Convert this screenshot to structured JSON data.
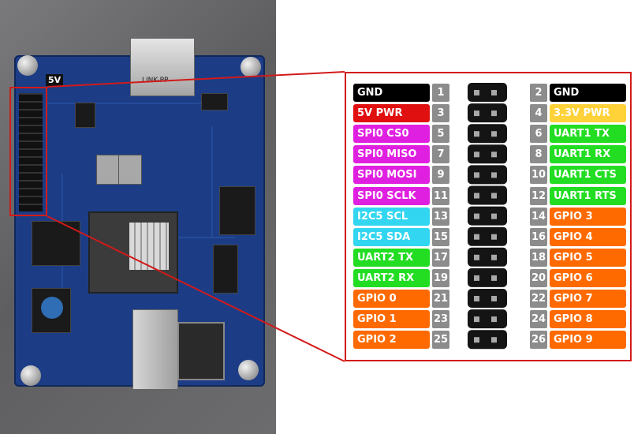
{
  "board": {
    "power_label": "5V",
    "ethernet_label": "LINK-PP"
  },
  "colors": {
    "black": "#000000",
    "red": "#e01010",
    "yellow": "#ffd23a",
    "magenta": "#e020e0",
    "green": "#22dd22",
    "cyan": "#33d6f0",
    "orange": "#ff6a00",
    "number_box": "#8c8c8c",
    "callout": "#d21a1a"
  },
  "pins": {
    "left": [
      {
        "number": "1",
        "label": "GND",
        "color": "black"
      },
      {
        "number": "3",
        "label": "5V PWR",
        "color": "red"
      },
      {
        "number": "5",
        "label": "SPI0 CS0",
        "color": "magenta"
      },
      {
        "number": "7",
        "label": "SPI0 MISO",
        "color": "magenta"
      },
      {
        "number": "9",
        "label": "SPI0 MOSI",
        "color": "magenta"
      },
      {
        "number": "11",
        "label": "SPI0 SCLK",
        "color": "magenta"
      },
      {
        "number": "13",
        "label": "I2C5 SCL",
        "color": "cyan"
      },
      {
        "number": "15",
        "label": "I2C5 SDA",
        "color": "cyan"
      },
      {
        "number": "17",
        "label": "UART2 TX",
        "color": "green"
      },
      {
        "number": "19",
        "label": "UART2 RX",
        "color": "green"
      },
      {
        "number": "21",
        "label": "GPIO 0",
        "color": "orange"
      },
      {
        "number": "23",
        "label": "GPIO 1",
        "color": "orange"
      },
      {
        "number": "25",
        "label": "GPIO 2",
        "color": "orange"
      }
    ],
    "right": [
      {
        "number": "2",
        "label": "GND",
        "color": "black"
      },
      {
        "number": "4",
        "label": "3.3V PWR",
        "color": "yellow"
      },
      {
        "number": "6",
        "label": "UART1 TX",
        "color": "green"
      },
      {
        "number": "8",
        "label": "UART1 RX",
        "color": "green"
      },
      {
        "number": "10",
        "label": "UART1 CTS",
        "color": "green"
      },
      {
        "number": "12",
        "label": "UART1 RTS",
        "color": "green"
      },
      {
        "number": "14",
        "label": "GPIO 3",
        "color": "orange"
      },
      {
        "number": "16",
        "label": "GPIO 4",
        "color": "orange"
      },
      {
        "number": "18",
        "label": "GPIO 5",
        "color": "orange"
      },
      {
        "number": "20",
        "label": "GPIO 6",
        "color": "orange"
      },
      {
        "number": "22",
        "label": "GPIO 7",
        "color": "orange"
      },
      {
        "number": "24",
        "label": "GPIO 8",
        "color": "orange"
      },
      {
        "number": "26",
        "label": "GPIO 9",
        "color": "orange"
      }
    ]
  }
}
